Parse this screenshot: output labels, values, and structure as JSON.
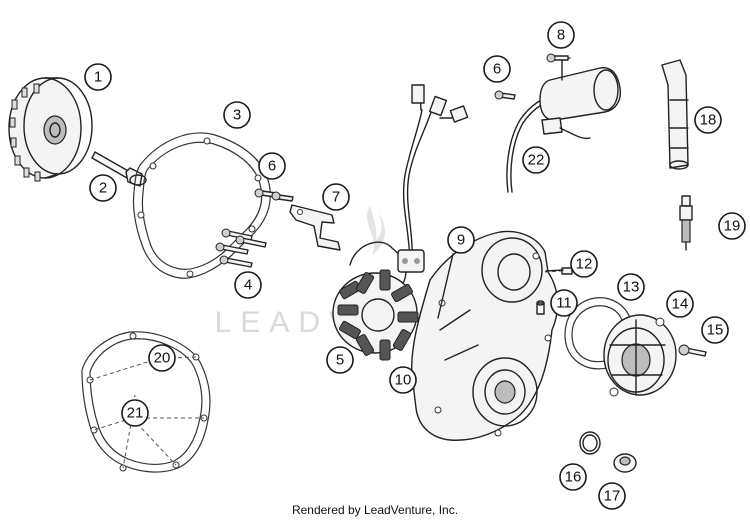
{
  "footer_text": "Rendered by LeadVenture, Inc.",
  "watermark_text": "LEADVENTURE",
  "callouts": [
    {
      "id": "1",
      "label": "1"
    },
    {
      "id": "2",
      "label": "2"
    },
    {
      "id": "3",
      "label": "3"
    },
    {
      "id": "4",
      "label": "4"
    },
    {
      "id": "5",
      "label": "5"
    },
    {
      "id": "6a",
      "label": "6"
    },
    {
      "id": "6b",
      "label": "6"
    },
    {
      "id": "7",
      "label": "7"
    },
    {
      "id": "8",
      "label": "8"
    },
    {
      "id": "9",
      "label": "9"
    },
    {
      "id": "10",
      "label": "10"
    },
    {
      "id": "11",
      "label": "11"
    },
    {
      "id": "12",
      "label": "12"
    },
    {
      "id": "13",
      "label": "13"
    },
    {
      "id": "14",
      "label": "14"
    },
    {
      "id": "15",
      "label": "15"
    },
    {
      "id": "16",
      "label": "16"
    },
    {
      "id": "17",
      "label": "17"
    },
    {
      "id": "18",
      "label": "18"
    },
    {
      "id": "19",
      "label": "19"
    },
    {
      "id": "20",
      "label": "20"
    },
    {
      "id": "21",
      "label": "21"
    },
    {
      "id": "22",
      "label": "22"
    }
  ]
}
